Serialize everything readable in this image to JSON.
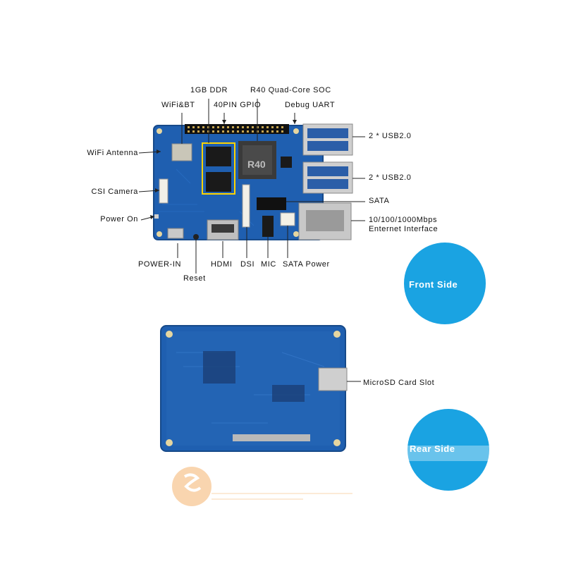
{
  "front_labels": {
    "ddr": "1GB DDR",
    "soc": "R40 Quad-Core SOC",
    "wifibt": "WiFi&BT",
    "gpio": "40PIN GPIO",
    "debug_uart": "Debug UART",
    "wifi_antenna": "WiFi Antenna",
    "csi_camera": "CSI Camera",
    "power_on": "Power On",
    "power_in": "POWER-IN",
    "reset": "Reset",
    "hdmi": "HDMI",
    "dsi": "DSI",
    "mic": "MIC",
    "sata_power": "SATA Power",
    "usb_top": "2 * USB2.0",
    "usb_bottom": "2 * USB2.0",
    "sata": "SATA",
    "ethernet_line1": "10/100/1000Mbps",
    "ethernet_line2": "Enternet Interface"
  },
  "rear_labels": {
    "microsd": "MicroSD Card Slot"
  },
  "badges": {
    "front": "Front Side",
    "rear": "Rear Side"
  },
  "board_marks": {
    "chip": "R40"
  },
  "colors": {
    "accent": "#1aa3e2",
    "pcb": "#1f5fb0",
    "pcb_dark": "#17457f",
    "leader": "#222222"
  }
}
